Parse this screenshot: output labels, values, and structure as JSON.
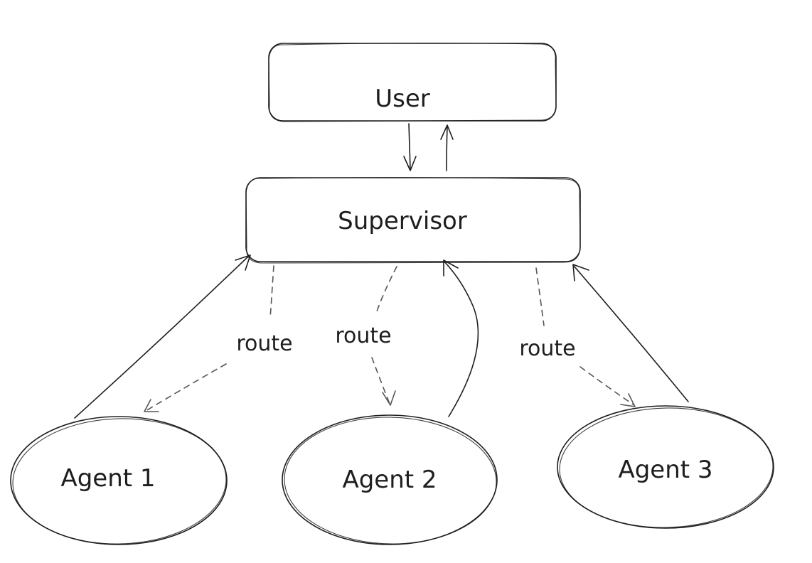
{
  "diagram": {
    "nodes": {
      "user": {
        "label": "User"
      },
      "supervisor": {
        "label": "Supervisor"
      },
      "agent1": {
        "label": "Agent 1"
      },
      "agent2": {
        "label": "Agent 2"
      },
      "agent3": {
        "label": "Agent 3"
      }
    },
    "edges": {
      "route_agent1": {
        "label": "route"
      },
      "route_agent2": {
        "label": "route"
      },
      "route_agent3": {
        "label": "route"
      }
    },
    "colors": {
      "stroke": "#1e1e1e",
      "dashed": "#555555",
      "background": "#ffffff"
    }
  }
}
